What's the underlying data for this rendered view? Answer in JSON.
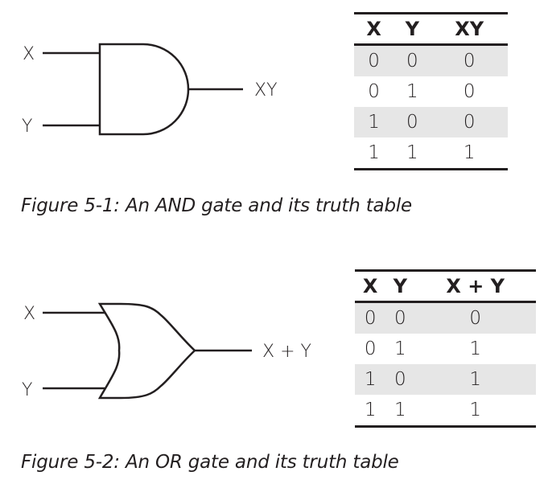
{
  "figures": [
    {
      "gate_type": "AND",
      "inputs": [
        "X",
        "Y"
      ],
      "output_label": "XY",
      "truth_table": {
        "headers": [
          "X",
          "Y",
          "XY"
        ],
        "rows": [
          [
            "0",
            "0",
            "0"
          ],
          [
            "0",
            "1",
            "0"
          ],
          [
            "1",
            "0",
            "0"
          ],
          [
            "1",
            "1",
            "1"
          ]
        ]
      },
      "caption": "Figure 5-1: An AND gate and its truth table"
    },
    {
      "gate_type": "OR",
      "inputs": [
        "X",
        "Y"
      ],
      "output_label": "X + Y",
      "truth_table": {
        "headers": [
          "X",
          "Y",
          "X + Y"
        ],
        "rows": [
          [
            "0",
            "0",
            "0"
          ],
          [
            "0",
            "1",
            "1"
          ],
          [
            "1",
            "0",
            "1"
          ],
          [
            "1",
            "1",
            "1"
          ]
        ]
      },
      "caption": "Figure 5-2: An OR gate and its truth table"
    }
  ],
  "colors": {
    "ink": "#231f20",
    "row_shade": "#e6e6e6"
  }
}
